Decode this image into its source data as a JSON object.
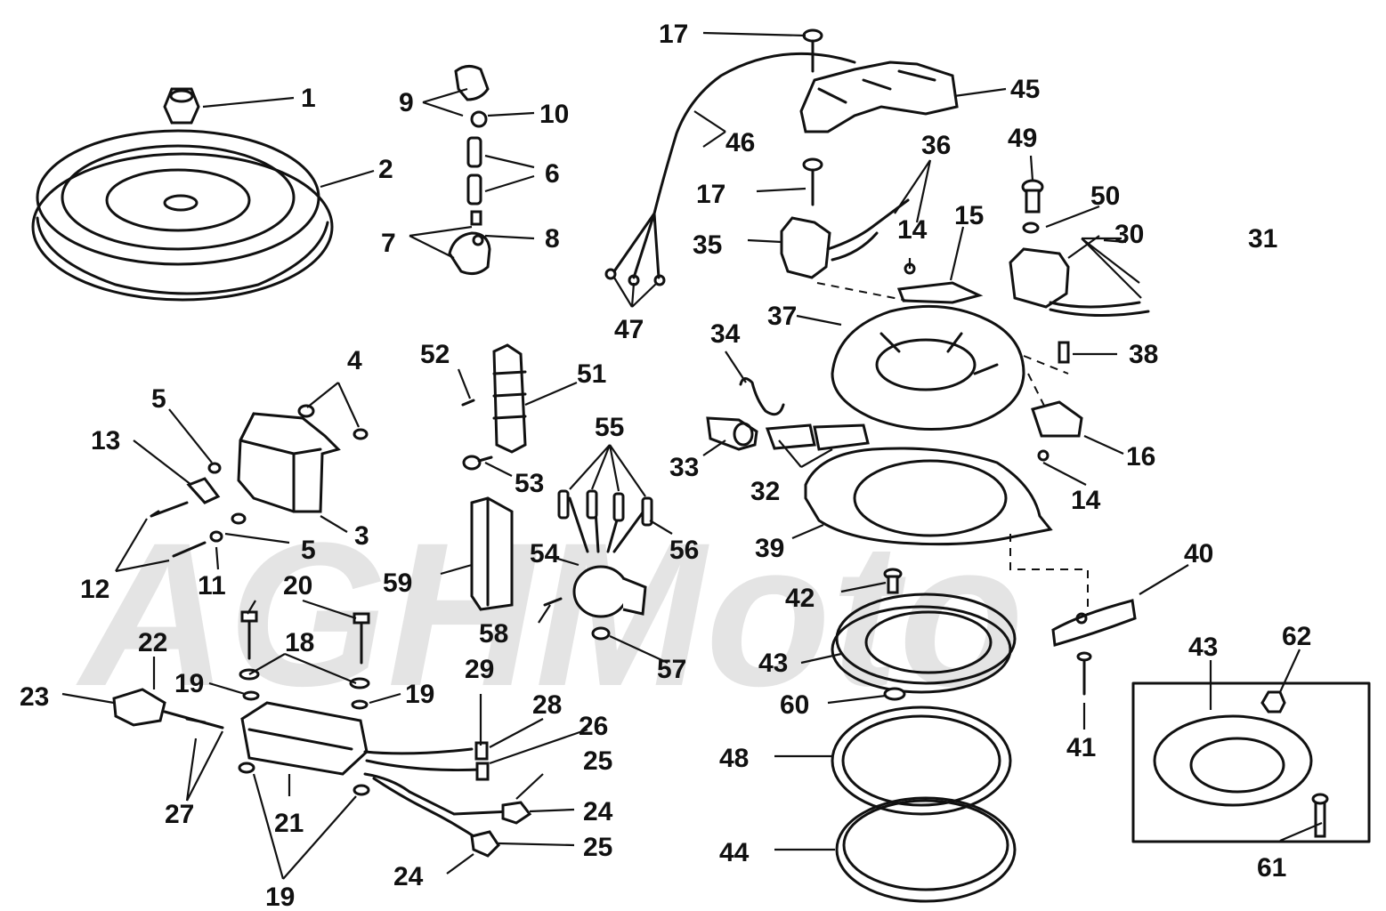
{
  "watermark": {
    "text": "AGHMoto"
  },
  "callouts": {
    "c1": "1",
    "c2": "2",
    "c3": "3",
    "c4": "4",
    "c5a": "5",
    "c5b": "5",
    "c6": "6",
    "c7": "7",
    "c8": "8",
    "c9": "9",
    "c10": "10",
    "c11": "11",
    "c12": "12",
    "c13": "13",
    "c14a": "14",
    "c14b": "14",
    "c15": "15",
    "c16": "16",
    "c17a": "17",
    "c17b": "17",
    "c18": "18",
    "c19a": "19",
    "c19b": "19",
    "c19c": "19",
    "c20": "20",
    "c21": "21",
    "c22": "22",
    "c23": "23",
    "c24a": "24",
    "c24b": "24",
    "c25a": "25",
    "c25b": "25",
    "c26": "26",
    "c27": "27",
    "c28": "28",
    "c29": "29",
    "c30": "30",
    "c31": "31",
    "c32": "32",
    "c33": "33",
    "c34": "34",
    "c35": "35",
    "c36": "36",
    "c37": "37",
    "c38": "38",
    "c39": "39",
    "c40": "40",
    "c41": "41",
    "c42": "42",
    "c43a": "43",
    "c43b": "43",
    "c44": "44",
    "c45": "45",
    "c46": "46",
    "c47": "47",
    "c48": "48",
    "c49": "49",
    "c50": "50",
    "c51": "51",
    "c52": "52",
    "c53": "53",
    "c54": "54",
    "c55": "55",
    "c56": "56",
    "c57": "57",
    "c58": "58",
    "c59": "59",
    "c60": "60",
    "c61": "61",
    "c62": "62"
  }
}
